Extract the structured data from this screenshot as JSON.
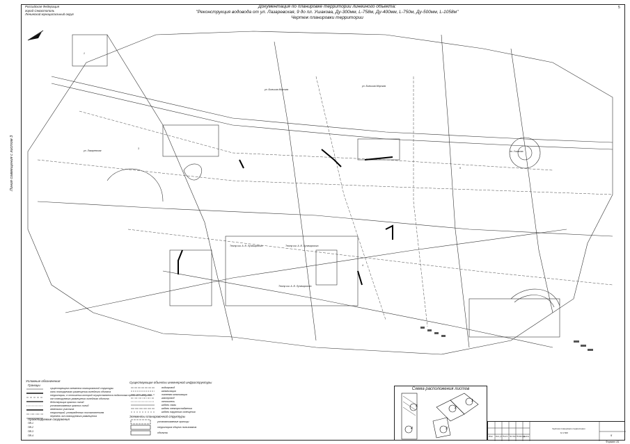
{
  "header": {
    "org_lines": [
      "Российская Федерация",
      "город Севастополь",
      "Ленинский муниципальный округ"
    ],
    "title_lines": [
      "Документация по планировке территории линейного объекта:",
      "\"Реконструкция водовода от ул. Лазаревская, 9 до пл. Ушакова, Ду-300мм, L-758м, Ду-400мм, L-750м, Ду-500мм, L-1058м\"",
      "Чертеж планировки территории"
    ],
    "sheet_number": "5"
  },
  "side_label": "Линия совмещения с листом 3",
  "map": {
    "street_labels": [
      "ул. Большая Морская",
      "ул. Большая Морская",
      "пл. Ушакова",
      "ул. Лазаревская",
      "Театр им. А. В. Луначарского",
      "Театр им. А. В. Луначарского",
      "Театр им. А. В. Луначарского"
    ],
    "parcel_numbers": [
      "1",
      "3",
      "4",
      "9"
    ]
  },
  "legend": {
    "title": "Условные обозначения",
    "subtitle": "Границы",
    "items": [
      "существующего элемента планировочной структуры",
      "зоны планируемого размещения линейного объекта",
      "территории, в отношении которой осуществляется подготовка проекта планировки",
      "зон планируемого размещения линейного объекта",
      "действующих красных линий",
      "устанавливаемых красных линий",
      "земельных участков",
      "территорий, утвержденных постановлением",
      "перечень зон планируемого размещения"
    ],
    "second_heading": "Проектируемые сооружения",
    "codes": [
      "ПВ-1",
      "ПВ-2",
      "ПВ-3",
      "ПВ-4"
    ],
    "utilities_title": "Существующие объекты инженерной инфраструктуры",
    "utilities": [
      "водопровод",
      "канализация",
      "ливневая канализация",
      "газопровод",
      "теплосеть",
      "кабель связи",
      "кабель электроснабжения",
      "кабель наружного освещения"
    ],
    "zones_title": "Элементы планировочной структуры",
    "zones": [
      "устанавливаемые границы",
      "территория общего пользования",
      "объекты"
    ]
  },
  "scheme": {
    "title": "Схема расположения листов",
    "numbers": [
      "1",
      "2",
      "3",
      "4",
      "5"
    ]
  },
  "stamp": {
    "cols": [
      "Изм.",
      "Кол.уч.",
      "Лист",
      "№ док.",
      "Подпись",
      "Дата"
    ],
    "caption": "Чертеж планировки территории",
    "scale": "М 1:500",
    "sheet": "5"
  },
  "format_label": "Формат А1"
}
